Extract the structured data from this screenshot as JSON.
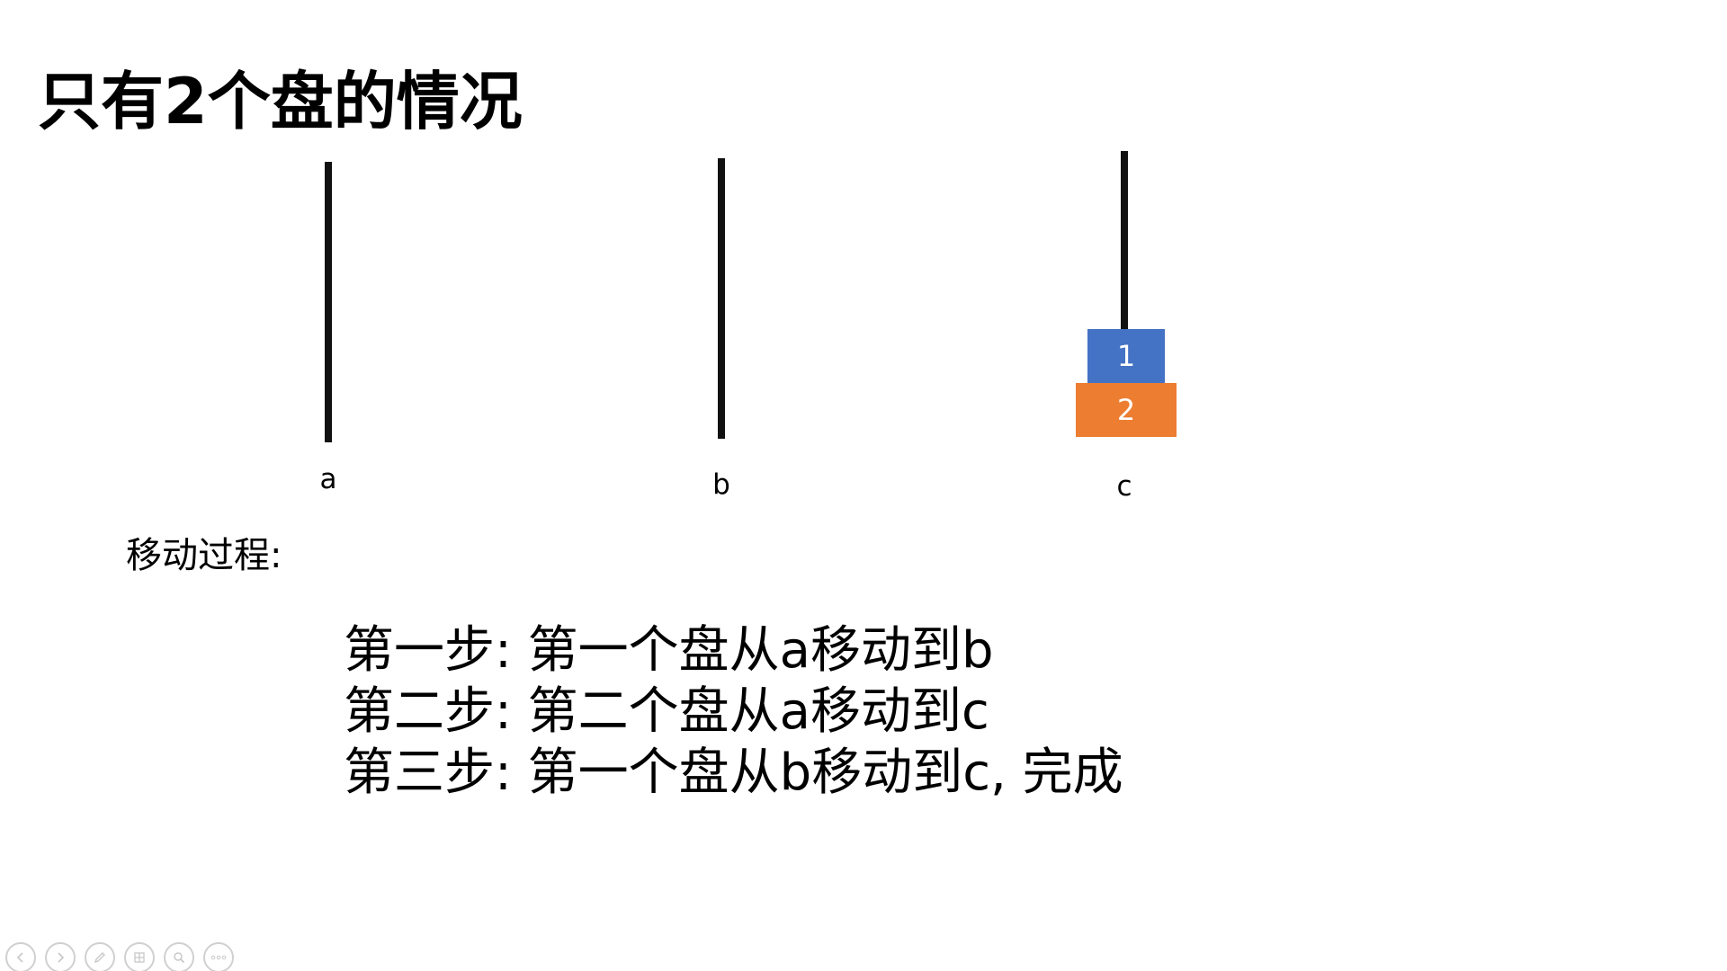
{
  "slide": {
    "title": "只有2个盘的情况",
    "pegs": [
      {
        "label": "a"
      },
      {
        "label": "b"
      },
      {
        "label": "c"
      }
    ],
    "disks": [
      {
        "label": "1",
        "color": "#4472C4"
      },
      {
        "label": "2",
        "color": "#ED7D31"
      }
    ],
    "section_label": "移动过程:",
    "steps": [
      "第一步:  第一个盘从a移动到b",
      "第二步:  第二个盘从a移动到c",
      "第三步:  第一个盘从b移动到c,  完成"
    ]
  },
  "controls": {
    "icons": [
      "previous-icon",
      "next-icon",
      "pen-icon",
      "slides-icon",
      "zoom-icon",
      "more-icon"
    ]
  }
}
